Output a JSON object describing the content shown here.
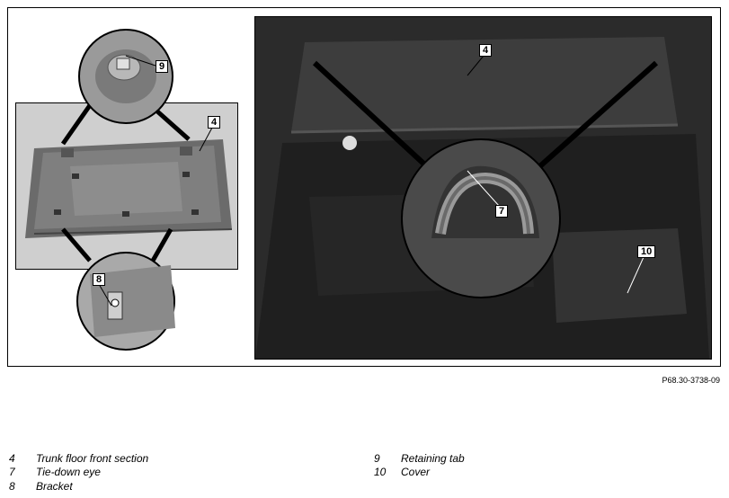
{
  "callouts": {
    "c4_left": "4",
    "c9": "9",
    "c8": "8",
    "c4_right": "4",
    "c7": "7",
    "c10": "10"
  },
  "figure_id": "P68.30-3738-09",
  "legend": [
    {
      "num": "4",
      "text": "Trunk floor front section"
    },
    {
      "num": "7",
      "text": "Tie-down eye"
    },
    {
      "num": "8",
      "text": "Bracket"
    },
    {
      "num": "9",
      "text": "Retaining tab"
    },
    {
      "num": "10",
      "text": "Cover"
    }
  ]
}
